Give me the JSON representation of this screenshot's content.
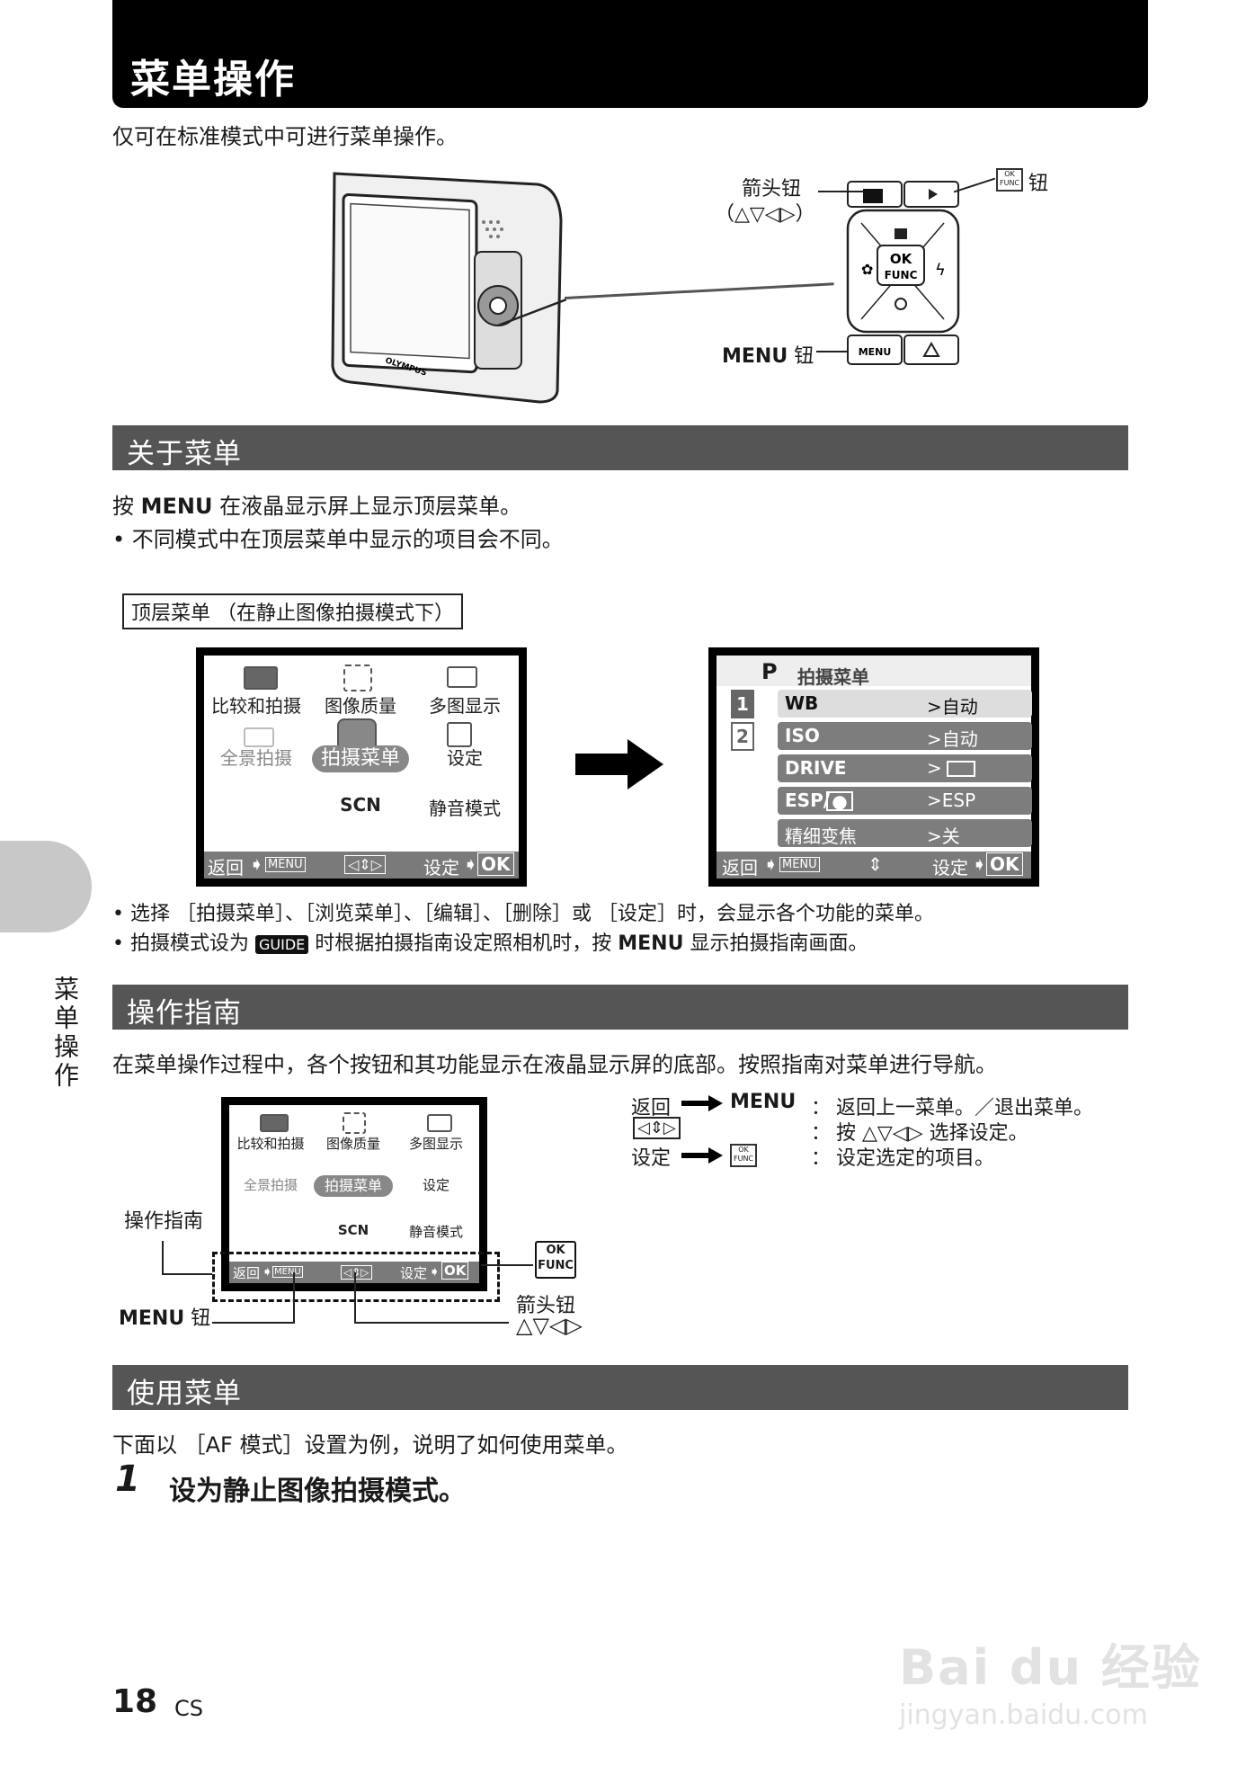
{
  "header": {
    "title": "菜单操作"
  },
  "intro": "仅可在标准模式中可进行菜单操作。",
  "camera": {
    "brand": "OLYMPUS",
    "arrow_label": "箭头钮",
    "arrow_symbols": "（△▽◁▷）",
    "ok_label": "钮",
    "menu_label_bold": "MENU",
    "menu_label_suffix": " 钮",
    "pad_ok": "OK",
    "pad_func": "FUNC",
    "pad_menu": "MENU"
  },
  "section1": {
    "title": "关于菜单",
    "line1_pre": "按 ",
    "line1_bold": "MENU",
    "line1_post": " 在液晶显示屏上显示顶层菜单。",
    "bullet1": "不同模式中在顶层菜单中显示的项目会不同。",
    "box_label": "顶层菜单 （在静止图像拍摄模式下）"
  },
  "top_menu": {
    "items": [
      "比较和拍摄",
      "图像质量",
      "多图显示",
      "全景拍摄",
      "拍摄菜单",
      "设定",
      "SCN",
      "静音模式"
    ],
    "guide_back": "返回",
    "guide_menu": "MENU",
    "guide_set": "设定",
    "guide_ok": "OK"
  },
  "shoot_menu": {
    "mode": "P",
    "title": "拍摄菜单",
    "pages": [
      "1",
      "2"
    ],
    "rows": [
      {
        "key": "WB",
        "value": ">自动"
      },
      {
        "key": "ISO",
        "value": ">自动"
      },
      {
        "key": "DRIVE",
        "value": ">"
      },
      {
        "key": "ESP/",
        "value": ">ESP"
      },
      {
        "key": "精细变焦",
        "value": ">关"
      }
    ],
    "guide_back": "返回",
    "guide_menu": "MENU",
    "guide_set": "设定",
    "guide_ok": "OK"
  },
  "bullets2": {
    "b1": "选择 ［拍摄菜单］、［浏览菜单］、［编辑］、［删除］或 ［设定］时，会显示各个功能的菜单。",
    "b2_pre": "拍摄模式设为 ",
    "b2_badge": "GUIDE",
    "b2_mid": " 时根据拍摄指南设定照相机时，按 ",
    "b2_bold": "MENU",
    "b2_post": " 显示拍摄指南画面。"
  },
  "section2": {
    "title": "操作指南",
    "desc": "在菜单操作过程中，各个按钮和其功能显示在液晶显示屏的底部。按照指南对菜单进行导航。",
    "label_guide": "操作指南",
    "label_menu_bold": "MENU",
    "label_menu_suffix": " 钮",
    "label_arrow": "箭头钮",
    "label_arrow_symbols": "△▽◁▷",
    "ok_small": "OK",
    "func_small": "FUNC",
    "legend": [
      {
        "left": "返回",
        "right": "MENU",
        "desc": "返回上一菜单。／退出菜单。"
      },
      {
        "left": "",
        "right": "",
        "desc": "按 △▽◁▷ 选择设定。"
      },
      {
        "left": "设定",
        "right": "",
        "desc": "设定选定的项目。"
      }
    ],
    "colon": "："
  },
  "section3": {
    "title": "使用菜单",
    "desc": "下面以 ［AF 模式］设置为例，说明了如何使用菜单。",
    "step_num": "1",
    "step_text": "设为静止图像拍摄模式。"
  },
  "side": {
    "label": "菜单操作"
  },
  "footer": {
    "page": "18",
    "lang": "CS"
  },
  "watermark": {
    "brand": "Bai du 经验",
    "url": "jingyan.baidu.com"
  }
}
